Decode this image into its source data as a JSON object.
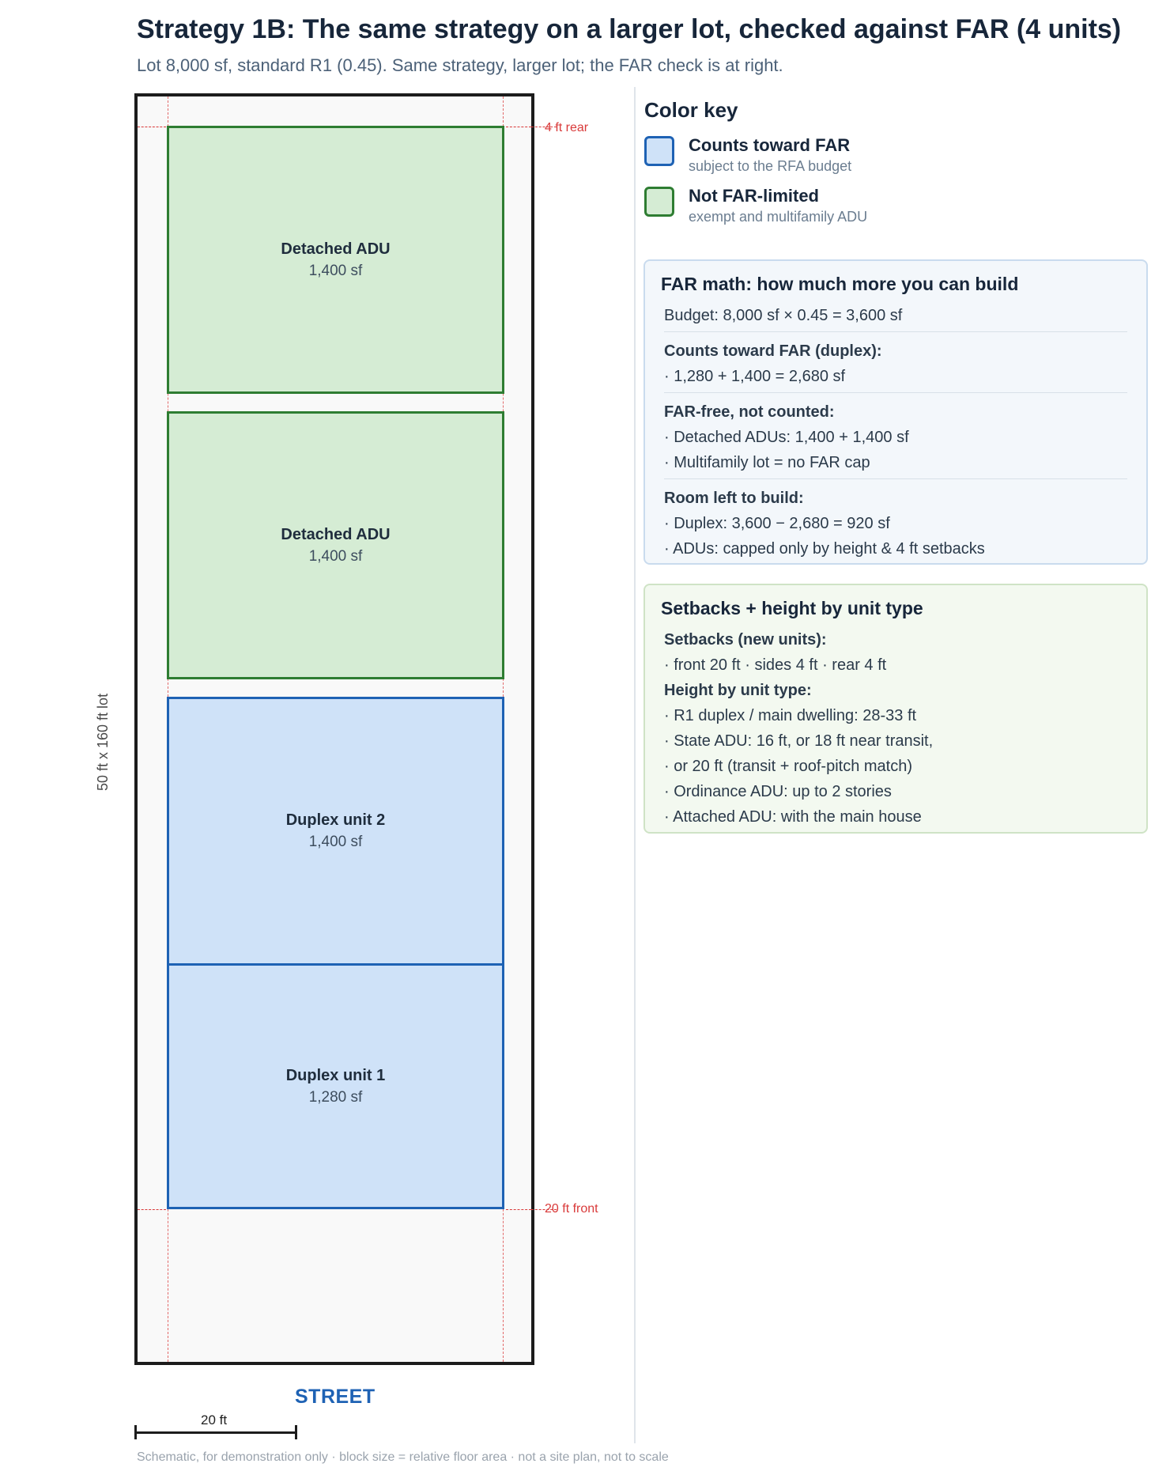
{
  "header": {
    "title": "Strategy 1B: The same strategy on a larger lot, checked against FAR (4 units)",
    "subtitle": "Lot 8,000 sf, standard R1 (0.45). Same strategy, larger lot; the FAR check is at right."
  },
  "lot": {
    "dimension_label": "50 ft x 160 ft lot",
    "rear_setback_label": "4 ft rear",
    "front_setback_label": "20 ft front",
    "street_label": "STREET",
    "scale_label": "20 ft",
    "footnote": "Schematic, for demonstration only · block size = relative floor area · not a site plan, not to scale",
    "blocks": [
      {
        "name": "Detached ADU",
        "area": "1,400 sf",
        "type": "green"
      },
      {
        "name": "Detached ADU",
        "area": "1,400 sf",
        "type": "green"
      },
      {
        "name": "Duplex unit 2",
        "area": "1,400 sf",
        "type": "blue"
      },
      {
        "name": "Duplex unit 1",
        "area": "1,280 sf",
        "type": "blue"
      }
    ]
  },
  "color_key": {
    "title": "Color key",
    "items": [
      {
        "label": "Counts toward FAR",
        "sub": "subject to the RFA budget",
        "color": "#1e62b4",
        "fill": "#cfe2f8"
      },
      {
        "label": "Not FAR-limited",
        "sub": "exempt and multifamily ADU",
        "color": "#2e7d32",
        "fill": "#d5ecd4"
      }
    ]
  },
  "far_panel": {
    "title": "FAR math: how much more you can build",
    "budget": "Budget: 8,000 sf × 0.45 = 3,600 sf",
    "counts_head": "Counts toward FAR (duplex):",
    "counts_1": "· 1,280 + 1,400 = 2,680 sf",
    "free_head": "FAR-free, not counted:",
    "free_1": "· Detached ADUs: 1,400 + 1,400 sf",
    "free_2": "· Multifamily lot = no FAR cap",
    "room_head": "Room left to build:",
    "room_1": "· Duplex: 3,600 − 2,680 = 920 sf",
    "room_2": "· ADUs: capped only by height & 4 ft setbacks"
  },
  "setback_panel": {
    "title": "Setbacks + height by unit type",
    "setbacks_head": "Setbacks (new units):",
    "setbacks_1": "· front 20 ft · sides 4 ft · rear 4 ft",
    "height_head": "Height by unit type:",
    "height_1": "· R1 duplex / main dwelling: 28-33 ft",
    "height_2": "· State ADU: 16 ft, or 18 ft near transit,",
    "height_3": "· or 20 ft (transit + roof-pitch match)",
    "height_4": "· Ordinance ADU: up to 2 stories",
    "height_5": "· Attached ADU: with the main house"
  },
  "colors": {
    "far_counted": "#1e62b4",
    "far_exempt": "#2e7d32",
    "setback_line": "#d93a3a",
    "street": "#1e62b4"
  }
}
